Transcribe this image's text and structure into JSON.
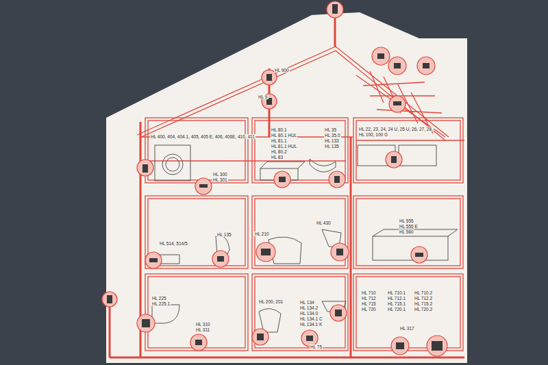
{
  "diagram": {
    "labels": [
      "HL 900",
      "HL 9",
      "HL 400, 404, 404.1, 405, 405 E, 406, 406E, 410, 411",
      "HL 300",
      "HL 301",
      "HL 80.1",
      "HL 80.1 HUL",
      "HL 81.1",
      "HL 81.1 HUL",
      "HL 80.2",
      "HL 83",
      "HL 35",
      "HL 35.0",
      "HL 133",
      "HL 135",
      "HL 22, 23, 24, 24 U, 25 U, 26, 27, 28,",
      "HL 100, 100 G",
      "HL 514, 514/5",
      "HL 135",
      "HL 210",
      "HL 430",
      "HL 555",
      "HL 555 E",
      "HL 560",
      "HL 225",
      "HL 225.1",
      "HL 310",
      "HL 311",
      "HL 200, 201",
      "HL 134",
      "HL 134.2",
      "HL 134.0",
      "HL 134.1 C",
      "HL 134.1 K",
      "HL 75",
      "HL 710",
      "HL 712",
      "HL 715",
      "HL 720",
      "HL 710.1",
      "HL 712.1",
      "HL 715.1",
      "HL 720.1",
      "HL 710.2",
      "HL 712.2",
      "HL 715.2",
      "HL 720.2",
      "HL 317"
    ]
  }
}
